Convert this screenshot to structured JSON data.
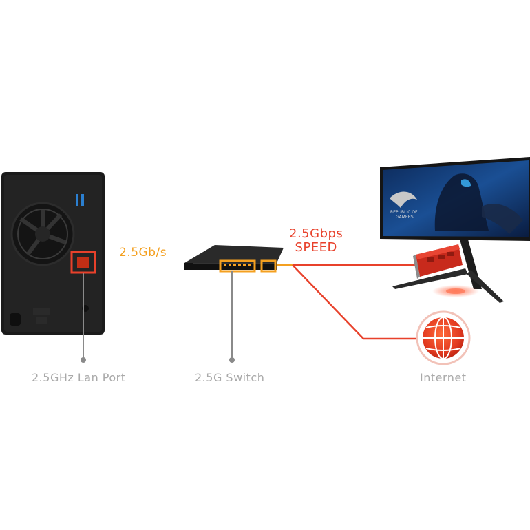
{
  "speeds": {
    "nas_link": "2.5Gb/s",
    "pc_link_line1": "2.5Gbps",
    "pc_link_line2": "SPEED"
  },
  "labels": {
    "lan_port": "2.5GHz Lan Port",
    "switch": "2.5G Switch",
    "internet": "Internet"
  },
  "monitor_screen_text": [
    "REPUBLIC OF",
    "GAMERS"
  ],
  "colors": {
    "orange": "#f4a020",
    "red": "#e8412b",
    "label_gray": "#a9a9a9",
    "leader_gray": "#8a8a8a"
  },
  "icons": [
    "nas-device-icon",
    "network-switch-icon",
    "gaming-monitor-icon",
    "pcie-network-card-icon",
    "globe-icon"
  ]
}
